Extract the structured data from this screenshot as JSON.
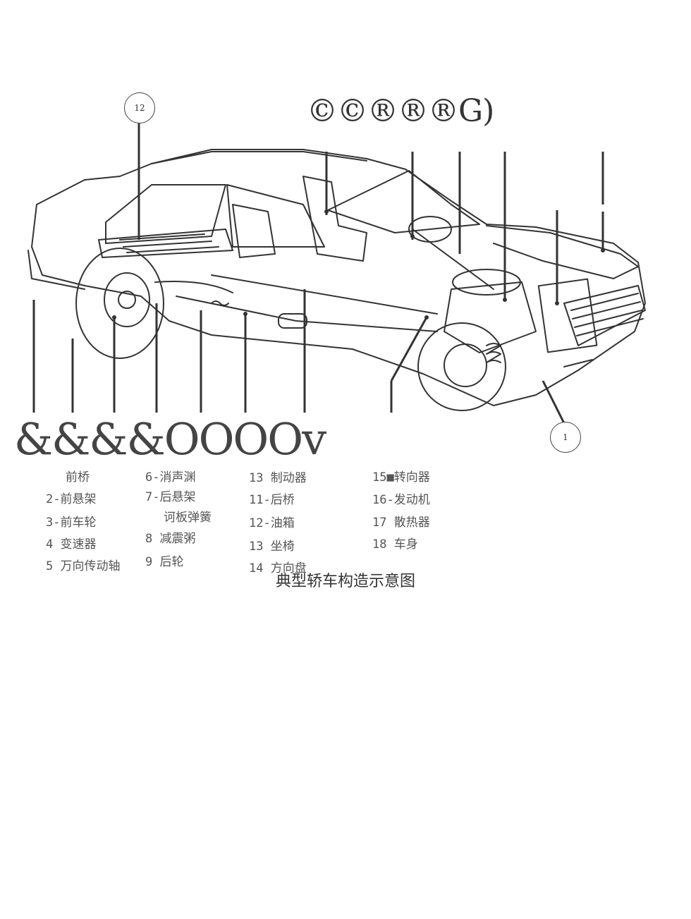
{
  "figure": {
    "callout_top": "12",
    "callout_bottom": "1",
    "garbled_top": "©©®®®G)",
    "garbled_bottom": "&&&&OOOOv"
  },
  "legend": {
    "col1": [
      "前桥",
      "2-前悬架",
      "3-前车轮",
      "4 变速器",
      "5 万向传动轴"
    ],
    "col2": [
      "6-消声渊",
      "7-后悬架",
      "诃板弹簧",
      "8 减震粥",
      "9 后轮"
    ],
    "col3": [
      "13 制动器",
      "11-后桥",
      "12-油箱",
      "13 坐椅",
      "14 方向盘"
    ],
    "col4": [
      "15■转向器",
      "16-发动机",
      "17 散热器",
      "18 车身"
    ]
  },
  "caption": "典型轿车构造示意图"
}
